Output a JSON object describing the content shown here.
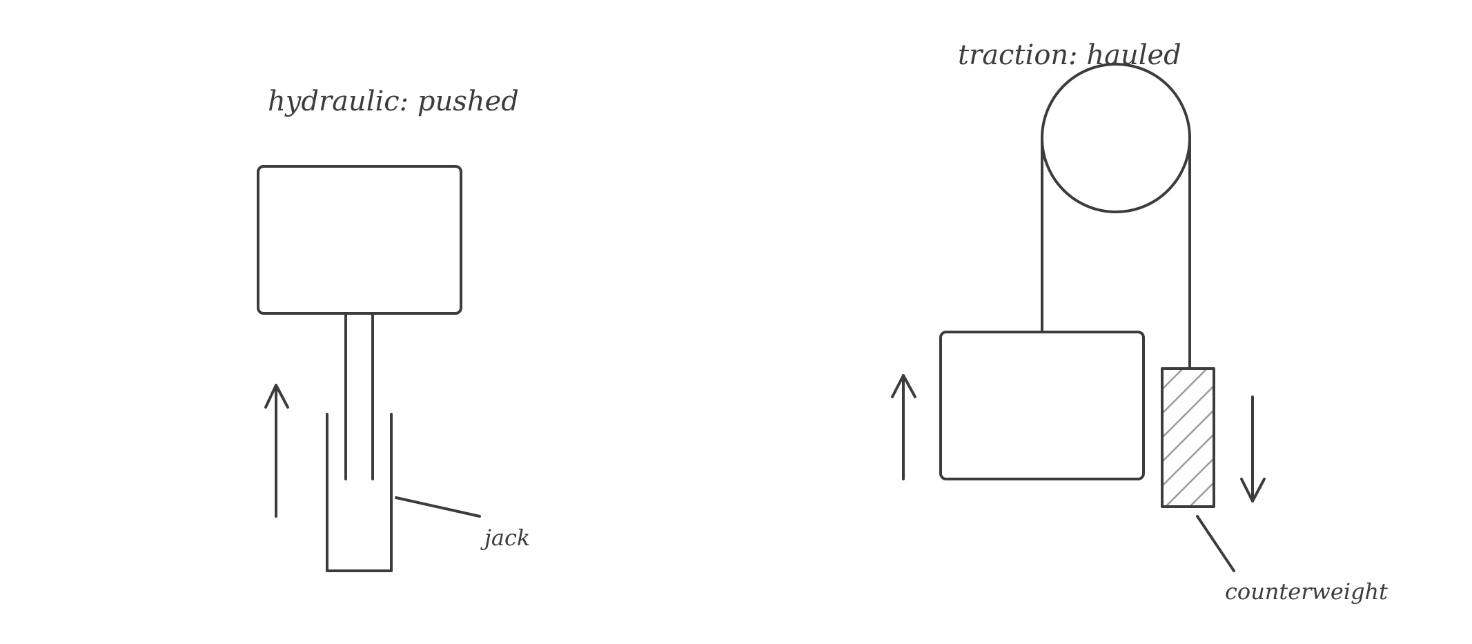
{
  "hydraulic": {
    "title": "hydraulic: pushed",
    "jack_label": "jack"
  },
  "traction": {
    "title": "traction: hauled",
    "counterweight_label": "counterweight"
  },
  "colors": {
    "stroke": "#3c3c3e",
    "hatch": "#9a9a9a",
    "background": "#ffffff"
  }
}
